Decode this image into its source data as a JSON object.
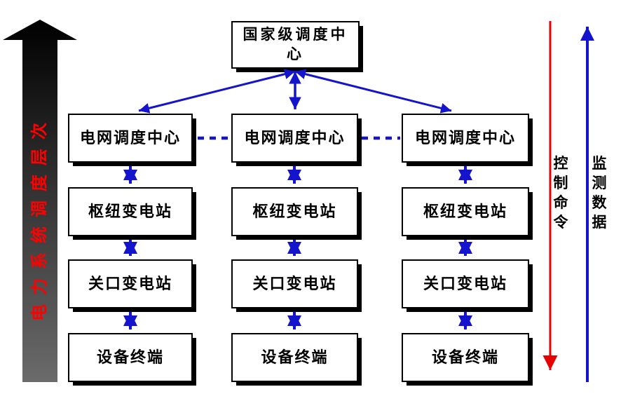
{
  "diagram": {
    "axis": {
      "label": "电力系统调度层次"
    },
    "top_node": {
      "label": "国家级调度中心"
    },
    "columns": [
      {
        "nodes": [
          "电网调度中心",
          "枢纽变电站",
          "关口变电站",
          "设备终端"
        ]
      },
      {
        "nodes": [
          "电网调度中心",
          "枢纽变电站",
          "关口变电站",
          "设备终端"
        ]
      },
      {
        "nodes": [
          "电网调度中心",
          "枢纽变电站",
          "关口变电站",
          "设备终端"
        ]
      }
    ],
    "legend": {
      "control": "控制命令",
      "monitor": "监测数据"
    },
    "colors": {
      "connector_blue": "#1414cc",
      "control_red": "#e60000",
      "axis_label_red": "#ff0000",
      "arrow_gradient_top": "#000000",
      "arrow_gradient_bottom": "#6b6b6b"
    }
  }
}
